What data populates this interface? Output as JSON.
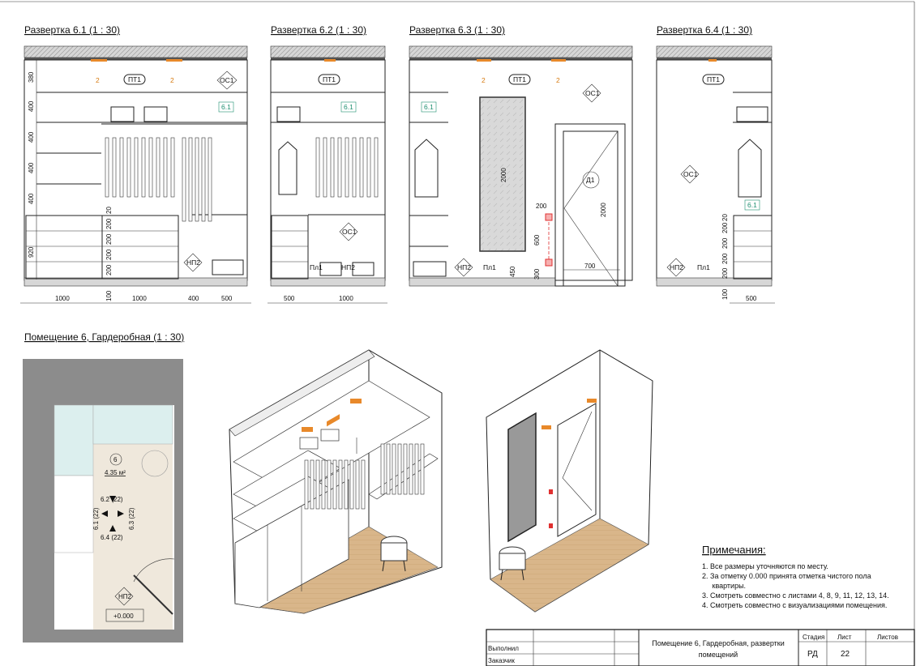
{
  "elevations": [
    {
      "title": "Развертка 6.1 (1 : 30)",
      "light_count_1": "2",
      "light_count_2": "2",
      "ceiling_tag": "ПТ1",
      "wall_tag": "ОС1",
      "furniture_tag": "6.1",
      "floor_tag": "НП2",
      "left_dims": [
        "380",
        "400",
        "400",
        "400",
        "400",
        "920"
      ],
      "drawer_dims": [
        "20",
        "200",
        "200",
        "200",
        "200"
      ],
      "bottom_dims": [
        "1000",
        "100",
        "1000",
        "400",
        "500"
      ]
    },
    {
      "title": "Развертка 6.2 (1 : 30)",
      "ceiling_tag": "ПТ1",
      "wall_tag": "ОС1",
      "furniture_tag": "6.1",
      "floor_tag": "НП2",
      "floor_finish_tag": "Пл1",
      "bottom_dims": [
        "500",
        "1000"
      ]
    },
    {
      "title": "Развертка 6.3 (1 : 30)",
      "light_count_1": "2",
      "light_count_2": "2",
      "ceiling_tag": "ПТ1",
      "wall_tag": "ОС1",
      "furniture_tag": "6.1",
      "floor_tag": "НП2",
      "floor_finish_tag": "Пл1",
      "door_tag": "Д1",
      "dims": {
        "mirror_height": "2000",
        "mirror_bottom": "450",
        "door_height": "2000",
        "door_width": "700",
        "switch_offset": "200",
        "socket_spacing": "600",
        "socket_height": "300"
      }
    },
    {
      "title": "Развертка 6.4 (1 : 30)",
      "ceiling_tag": "ПТ1",
      "wall_tag": "ОС1",
      "furniture_tag": "6.1",
      "floor_tag": "НП2",
      "floor_finish_tag": "Пл1",
      "drawer_dims": [
        "20",
        "200",
        "200",
        "200",
        "200"
      ],
      "bottom_dims": [
        "100",
        "500"
      ]
    }
  ],
  "plan": {
    "title": "Помещение 6, Гардеробная (1 : 30)",
    "room_number": "6",
    "room_area": "4.35 м²",
    "view_markers": {
      "top": "6.2 (22)",
      "left": "6.1 (22)",
      "right": "6.3 (22)",
      "bottom": "6.4 (22)"
    },
    "floor_tag": "НП2",
    "level": "+0.000"
  },
  "notes": {
    "title": "Примечания:",
    "items": [
      "1.  Все размеры уточняются по месту.",
      "2.  За отметку 0.000 принята отметка чистого пола",
      "     квартиры.",
      "3.  Смотреть совместно с листами 4, 8, 9, 11, 12, 13, 14.",
      "4.  Смотреть совместно с визуализациями помещения."
    ]
  },
  "title_block": {
    "performed_label": "Выполнил",
    "customer_label": "Заказчик",
    "sheet_title_1": "Помещение 6, Гардеробная, развертки",
    "sheet_title_2": "помещений",
    "stage_label": "Стадия",
    "sheet_label": "Лист",
    "sheets_label": "Листов",
    "stage": "РД",
    "sheet_number": "22"
  },
  "colors": {
    "light": "#e8892a",
    "tag": "#1e8f70",
    "floor_wood": "#d9b68a",
    "wall_plan": "#8c8c8c",
    "closet": "#dcefee",
    "room": "#efe8dc",
    "socket": "#e03030"
  }
}
